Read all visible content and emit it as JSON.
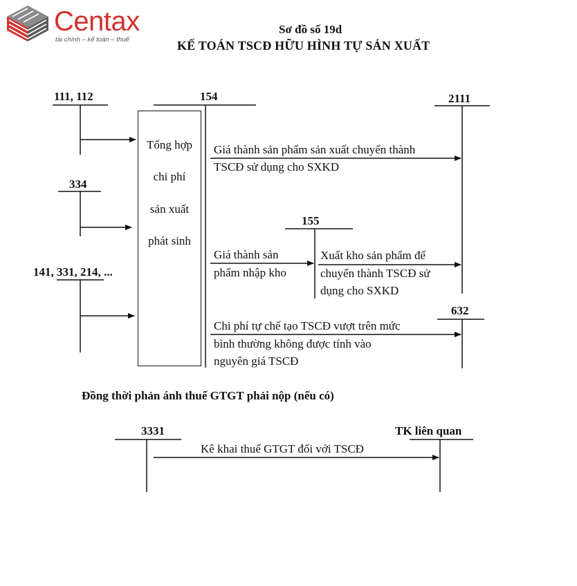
{
  "logo": {
    "word": "Centax",
    "tagline": "tài chính – kế toán – thuế"
  },
  "header": {
    "diagram_number": "Sơ đồ số 19d",
    "title": "KẾ TOÁN TSCĐ HỮU HÌNH TỰ SẢN XUẤT"
  },
  "accounts": {
    "a111_112": "111, 112",
    "a154": "154",
    "a2111": "2111",
    "a334": "334",
    "a155": "155",
    "a141_331_214": "141, 331, 214, ...",
    "a632": "632",
    "a3331": "3331",
    "tk_related": "TK liên quan"
  },
  "box154": {
    "lines": [
      "Tổng hợp",
      "chi phí",
      "sản xuất",
      "phát sinh"
    ]
  },
  "labels": {
    "to_2111_line1": "Giá thành sản phẩm sản xuất chuyển thành",
    "to_2111_line2": "TSCĐ sử dụng cho SXKD",
    "to_155_line1": "Giá thành sản",
    "to_155_line2": "phẩm nhập kho",
    "from_155_line1": "Xuất kho sản phẩm để",
    "from_155_line2": "chuyển thành TSCĐ sử",
    "from_155_line3": "dụng cho SXKD",
    "to_632_line1": "Chi phí tự chế tạo TSCĐ vượt trên mức",
    "to_632_line2": "bình thường không được tính vào",
    "to_632_line3": "nguyên giá TSCĐ",
    "vat_heading": "Đồng thời phản ánh thuế GTGT phải nộp (nếu có)",
    "vat_arrow": "Kê khai thuế GTGT đối với TSCĐ"
  },
  "colors": {
    "logo_red": "#d3322f",
    "ink": "#111111"
  }
}
